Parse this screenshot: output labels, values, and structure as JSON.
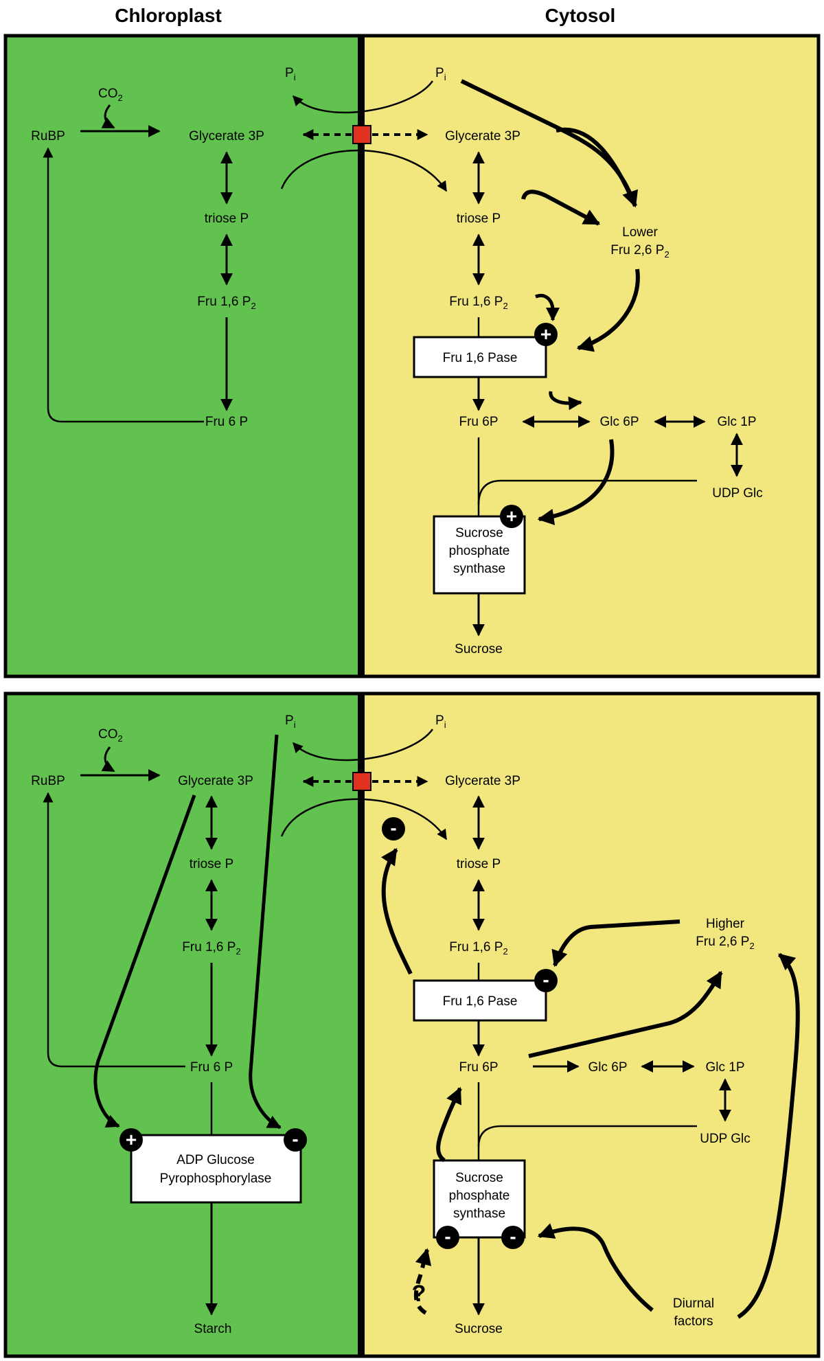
{
  "headers": {
    "chloroplast": "Chloroplast",
    "cytosol": "Cytosol"
  },
  "colors": {
    "chloroplast_bg": "#62c24f",
    "cytosol_bg": "#f2e77f",
    "transporter": "#e1321f",
    "outline": "#000000"
  },
  "top": {
    "co2": {
      "main": "CO",
      "sub": "2"
    },
    "rubp": "RuBP",
    "pi_left": {
      "main": "P",
      "sub": "i"
    },
    "pi_right": {
      "main": "P",
      "sub": "i"
    },
    "chl_glycerate": "Glycerate 3P",
    "chl_triose": "triose P",
    "chl_fru16p2": {
      "main": "Fru 1,6 P",
      "sub": "2"
    },
    "chl_fru6p": "Fru 6 P",
    "cyt_glycerate": "Glycerate 3P",
    "cyt_triose": "triose P",
    "cyt_fru16p2": {
      "main": "Fru 1,6 P",
      "sub": "2"
    },
    "lower": "Lower",
    "fru26p2": {
      "main": "Fru 2,6 P",
      "sub": "2"
    },
    "fbpase": "Fru 1,6 Pase",
    "fru6p": "Fru 6P",
    "glc6p": "Glc 6P",
    "glc1p": "Glc 1P",
    "udpglc": "UDP Glc",
    "sps": [
      "Sucrose",
      "phosphate",
      "synthase"
    ],
    "sucrose": "Sucrose"
  },
  "bottom": {
    "co2": {
      "main": "CO",
      "sub": "2"
    },
    "rubp": "RuBP",
    "pi_left": {
      "main": "P",
      "sub": "i"
    },
    "pi_right": {
      "main": "P",
      "sub": "i"
    },
    "chl_glycerate": "Glycerate 3P",
    "chl_triose": "triose P",
    "chl_fru16p2": {
      "main": "Fru 1,6 P",
      "sub": "2"
    },
    "chl_fru6p": "Fru 6 P",
    "agpase": [
      "ADP Glucose",
      "Pyrophosphorylase"
    ],
    "starch": "Starch",
    "cyt_glycerate": "Glycerate 3P",
    "cyt_triose": "triose P",
    "cyt_fru16p2": {
      "main": "Fru 1,6 P",
      "sub": "2"
    },
    "higher": "Higher",
    "fru26p2": {
      "main": "Fru 2,6 P",
      "sub": "2"
    },
    "fbpase": "Fru 1,6 Pase",
    "fru6p": "Fru 6P",
    "glc6p": "Glc 6P",
    "glc1p": "Glc 1P",
    "udpglc": "UDP Glc",
    "sps": [
      "Sucrose",
      "phosphate",
      "synthase"
    ],
    "sucrose": "Sucrose",
    "diurnal": [
      "Diurnal",
      "factors"
    ],
    "question": "?"
  },
  "signs": {
    "plus": "+",
    "minus": "-"
  }
}
